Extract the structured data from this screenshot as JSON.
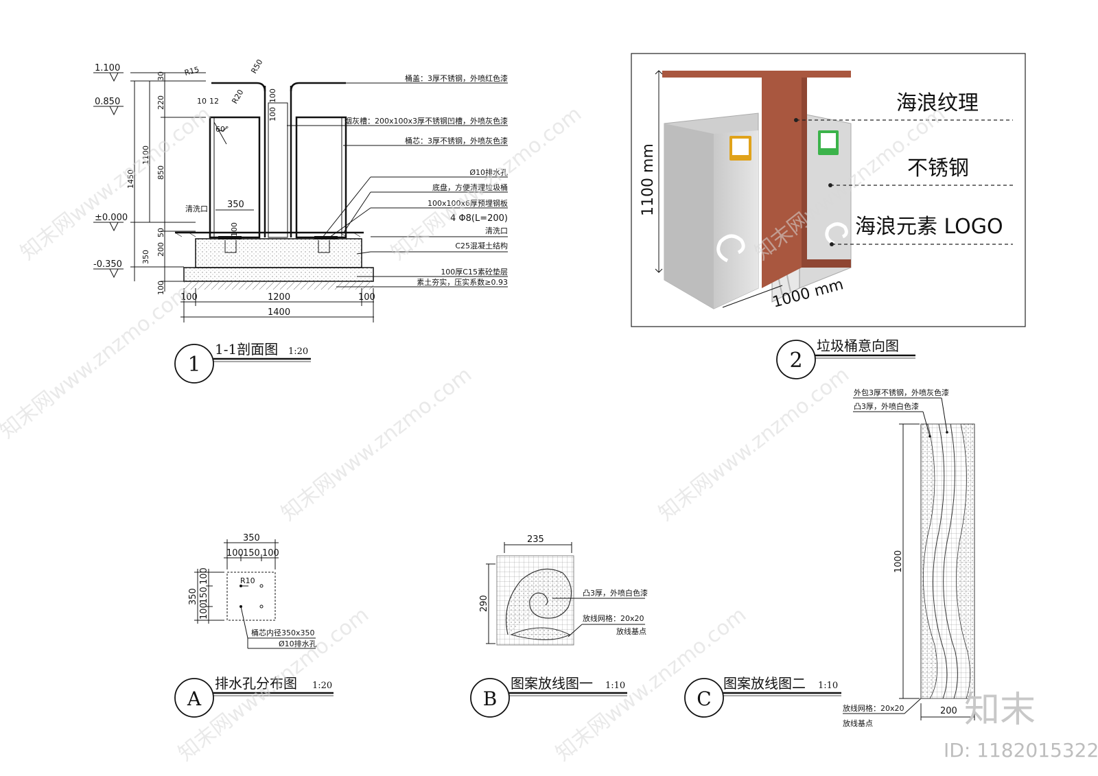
{
  "views": {
    "section": {
      "num": "1",
      "title": "1-1剖面图",
      "scale": "1:20",
      "elevations": [
        "1.100",
        "0.850",
        "±0.000",
        "-0.350"
      ],
      "dims_left": [
        "30",
        "220",
        "850",
        "1100",
        "1450",
        "50",
        "200",
        "350",
        "100"
      ],
      "dims_top": [
        "R15",
        "R50",
        "R20",
        "10",
        "12",
        "100",
        "60°",
        "100",
        "100"
      ],
      "inner_labels": {
        "cleanout": "清洗口",
        "width350": "350"
      },
      "dims_bottom": [
        "100",
        "1200",
        "100",
        "1400"
      ],
      "callouts": [
        "桶盖：3厚不锈钢，外喷红色漆",
        "烟灰槽：200x100x3厚不锈钢凹槽，外喷灰色漆",
        "桶芯：3厚不锈钢，外喷灰色漆",
        "Ø10排水孔",
        "底盘，方便清理垃圾桶",
        "100x100x6厚预埋钢板",
        "4 Φ8(L=200)",
        "清洗口",
        "C25混凝土结构",
        "100厚C15素砼垫层",
        "素土夯实，压实系数≥0.93"
      ]
    },
    "render": {
      "num": "2",
      "title": "垃圾桶意向图",
      "labels": [
        "海浪纹理",
        "不锈钢",
        "海浪元素 LOGO"
      ],
      "dim_height": "1100 mm",
      "dim_width": "1000 mm",
      "colors": {
        "lid": "#a9573f",
        "body": "#d6d6d6",
        "logo_left": "#e0a21a",
        "logo_right": "#3bb34a"
      }
    },
    "drain": {
      "num": "A",
      "title": "排水孔分布图",
      "scale": "1:20",
      "dims_top": [
        "350",
        "100",
        "150",
        "100"
      ],
      "dims_left": [
        "350",
        "100",
        "150",
        "100"
      ],
      "r_label": "R10",
      "callouts": [
        "桶芯内径350x350",
        "Ø10排水孔"
      ]
    },
    "pattern1": {
      "num": "B",
      "title": "图案放线图一",
      "scale": "1:10",
      "dim_top": "235",
      "dim_left": "290",
      "callouts": [
        "凸3厚，外喷白色漆",
        "放线网格：20x20",
        "放线基点"
      ]
    },
    "pattern2": {
      "num": "C",
      "title": "图案放线图二",
      "scale": "1:10",
      "callouts_top": [
        "外包3厚不锈钢，外喷灰色漆",
        "凸3厚，外喷白色漆"
      ],
      "dim_height": "1000",
      "dim_width": "200",
      "callouts_bottom": [
        "放线网格：20x20",
        "放线基点"
      ]
    }
  },
  "watermark": {
    "text": "知末网www.znzmo.com",
    "brand": "知末",
    "id": "ID: 1182015322"
  }
}
